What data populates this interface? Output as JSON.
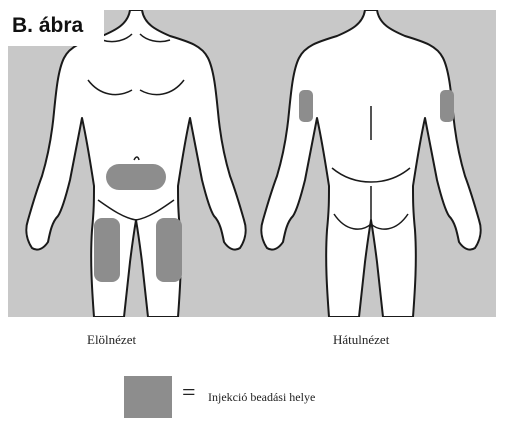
{
  "figure": {
    "title": "B. ábra",
    "front_label": "Elölnézet",
    "back_label": "Hátulnézet",
    "legend": {
      "equals": "=",
      "text": "Injekció beadási helye"
    }
  },
  "colors": {
    "background_panel": "#c8c8c8",
    "body_fill": "#ffffff",
    "outline": "#1a1a1a",
    "injection_site": "#8d8d8d"
  }
}
